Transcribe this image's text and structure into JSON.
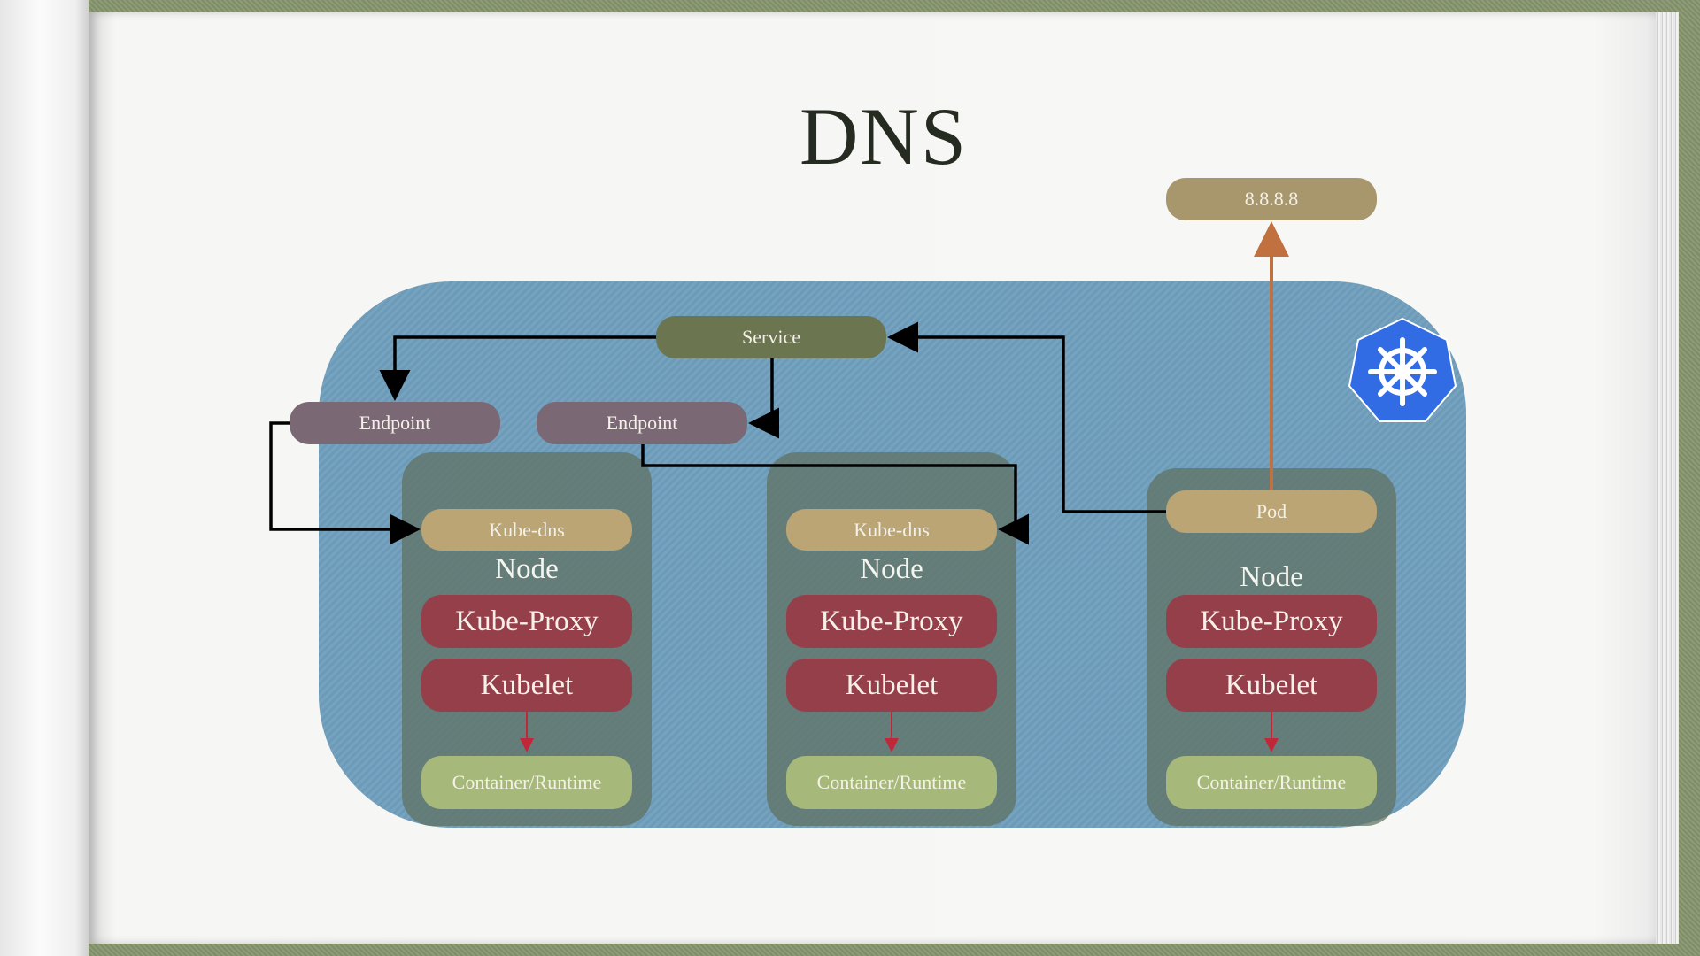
{
  "title": "DNS",
  "external": {
    "label": "8.8.8.8"
  },
  "service": {
    "label": "Service"
  },
  "endpoints": [
    {
      "label": "Endpoint"
    },
    {
      "label": "Endpoint"
    }
  ],
  "pod": {
    "label": "Pod"
  },
  "nodes": [
    {
      "dns": "Kube-dns",
      "label": "Node",
      "proxy": "Kube-Proxy",
      "kubelet": "Kubelet",
      "runtime": "Container/Runtime"
    },
    {
      "dns": "Kube-dns",
      "label": "Node",
      "proxy": "Kube-Proxy",
      "kubelet": "Kubelet",
      "runtime": "Container/Runtime"
    },
    {
      "label": "Node",
      "proxy": "Kube-Proxy",
      "kubelet": "Kubelet",
      "runtime": "Container/Runtime"
    }
  ],
  "logo": "kubernetes-logo-icon",
  "colors": {
    "cluster": "#6f9fbd",
    "node": "#5f705f",
    "tan": "#bba575",
    "service": "#6b7550",
    "endpoint": "#7a6875",
    "proxy": "#953f4a",
    "runtime": "#a6b97a",
    "external_arrow": "#c0713f",
    "logo": "#326ce5"
  }
}
